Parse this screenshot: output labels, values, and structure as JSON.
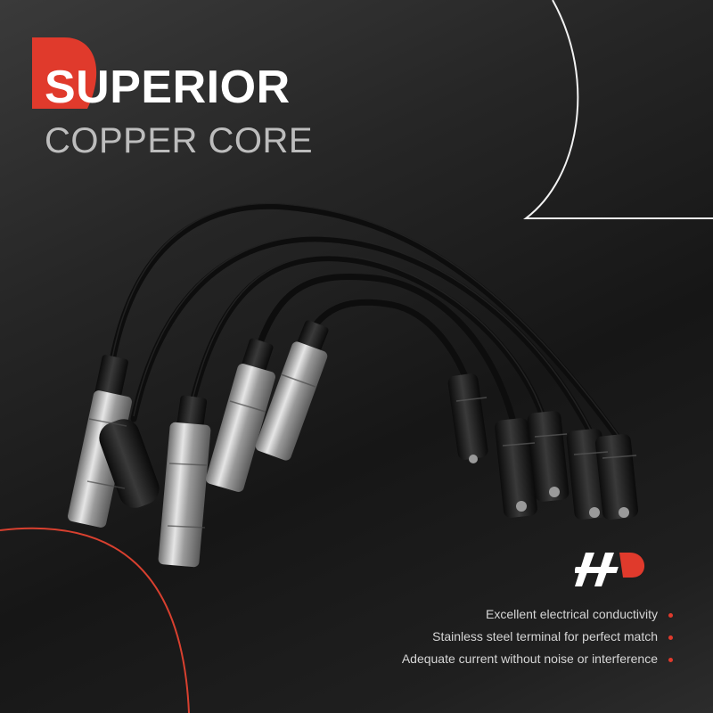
{
  "headline": {
    "line1_accent": "SU",
    "line1_rest": "PERIOR",
    "line2": "COPPER CORE"
  },
  "features": [
    "Excellent electrical conductivity",
    "Stainless steel terminal for perfect match",
    "Adequate current without noise or interference"
  ],
  "product": {
    "subject": "ignition-wire-set-image",
    "wire_count": 5
  },
  "brand": {
    "logo": "ap-brand-logo",
    "accent": "#e03a2c"
  },
  "colors": {
    "background": "#222222",
    "accent_red": "#e03a2c",
    "title_white": "#ffffff",
    "subtitle_gray": "#bdbdbd",
    "feature_text": "#d6d6d6"
  }
}
